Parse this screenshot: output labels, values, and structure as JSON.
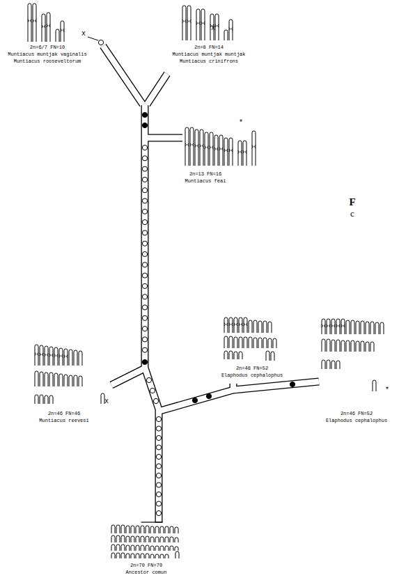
{
  "diagram": {
    "labels": [
      "2n=6/7 FN=10",
      "Muntiacus muntjak vaginalis",
      "Muntiacus rooseveltorum",
      "x",
      "2n=8 FN=14",
      "Muntiacus muntjak muntjak",
      "Muntiacus crinifrons",
      "x",
      "2n=13 FN=16",
      "Muntiacus feai",
      "*",
      "2n=46 FN=46",
      "Muntiacus reevesi",
      "x",
      "2n=48 FN=52",
      "Elaphodus cephalophus",
      "2n=46 FN=52",
      "Elaphodus cephalophus",
      "*",
      "2n=70 FN=70",
      "Ancestor comun",
      "F",
      "c"
    ]
  }
}
